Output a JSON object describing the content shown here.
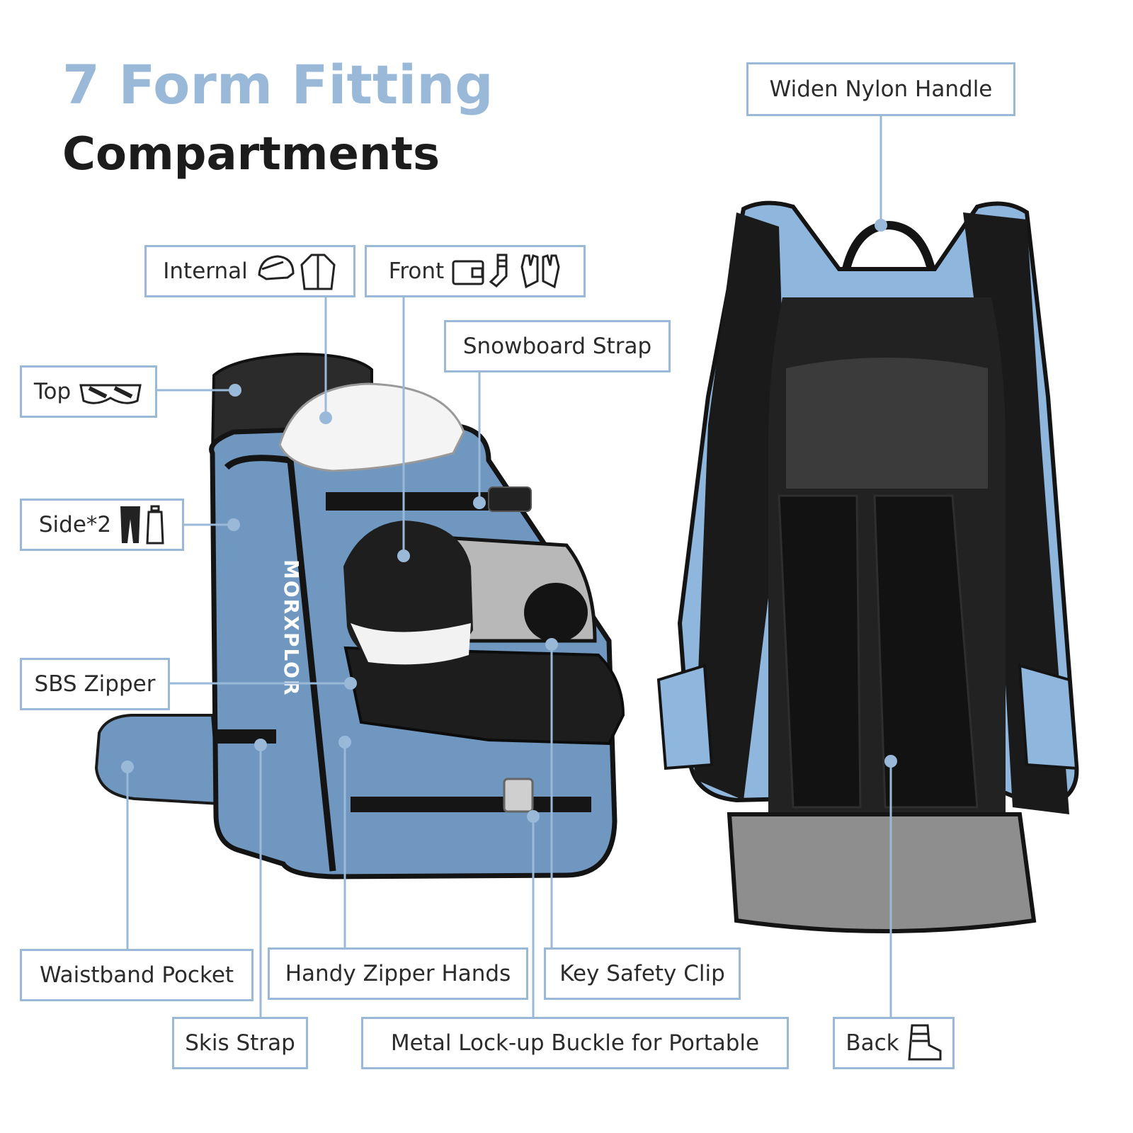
{
  "headline": {
    "line1": "7 Form Fitting",
    "line2": "Compartments"
  },
  "colors": {
    "accent": "#9ab9d8",
    "title_dark": "#1c1c1c",
    "bag_blue": "#6f97bf",
    "bag_light_blue": "#8fb6dc",
    "black": "#141414"
  },
  "brand": "MORXPLOR",
  "callouts": {
    "internal": {
      "label": "Internal",
      "icons": [
        "helmet-icon",
        "ski-jacket-icon"
      ]
    },
    "front": {
      "label": "Front",
      "icons": [
        "wallet-icon",
        "socks-icon",
        "gloves-icon"
      ]
    },
    "snowboard_strap": {
      "label": "Snowboard Strap"
    },
    "top": {
      "label": "Top",
      "icons": [
        "goggles-icon"
      ]
    },
    "side": {
      "label": "Side*2",
      "icons": [
        "ski-pants-icon",
        "water-bottle-icon"
      ]
    },
    "sbs_zipper": {
      "label": "SBS Zipper"
    },
    "waistband_pocket": {
      "label": "Waistband Pocket"
    },
    "handy_zipper_hands": {
      "label": "Handy Zipper Hands"
    },
    "key_safety_clip": {
      "label": "Key Safety Clip"
    },
    "skis_strap": {
      "label": "Skis Strap"
    },
    "metal_buckle": {
      "label": "Metal Lock-up Buckle for Portable"
    },
    "back": {
      "label": "Back",
      "icons": [
        "ski-boot-icon"
      ]
    },
    "widen_handle": {
      "label": "Widen Nylon Handle"
    }
  }
}
